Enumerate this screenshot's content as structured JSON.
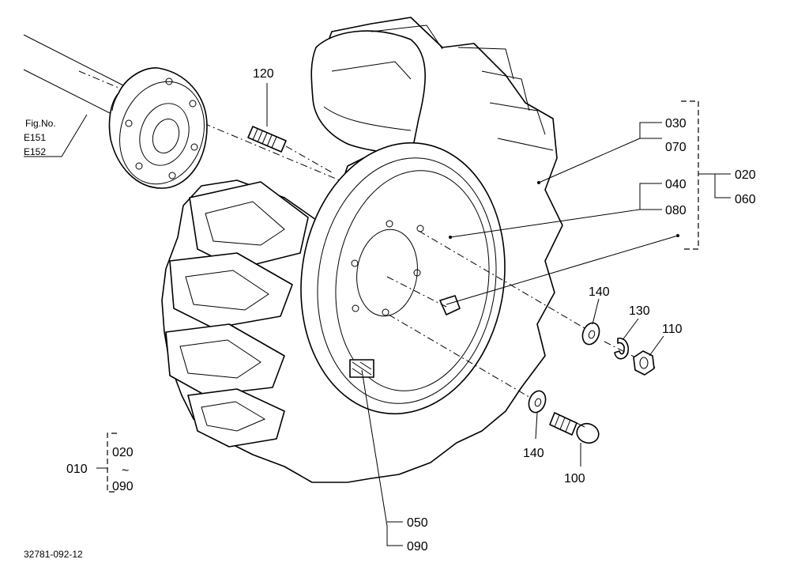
{
  "figure_ref": {
    "line1": "Fig.No.",
    "line2": "E151",
    "line3": "E152"
  },
  "drawing_number": "32781-092-12",
  "labels": {
    "p120": "120",
    "p030": "030",
    "p070": "070",
    "p040": "040",
    "p080": "080",
    "p020": "020",
    "p060": "060",
    "p140a": "140",
    "p130": "130",
    "p110": "110",
    "p140b": "140",
    "p100": "100",
    "p050": "050",
    "p090": "090"
  },
  "assembly": {
    "main": "010",
    "from": "020",
    "tilde": "~",
    "to": "090"
  }
}
